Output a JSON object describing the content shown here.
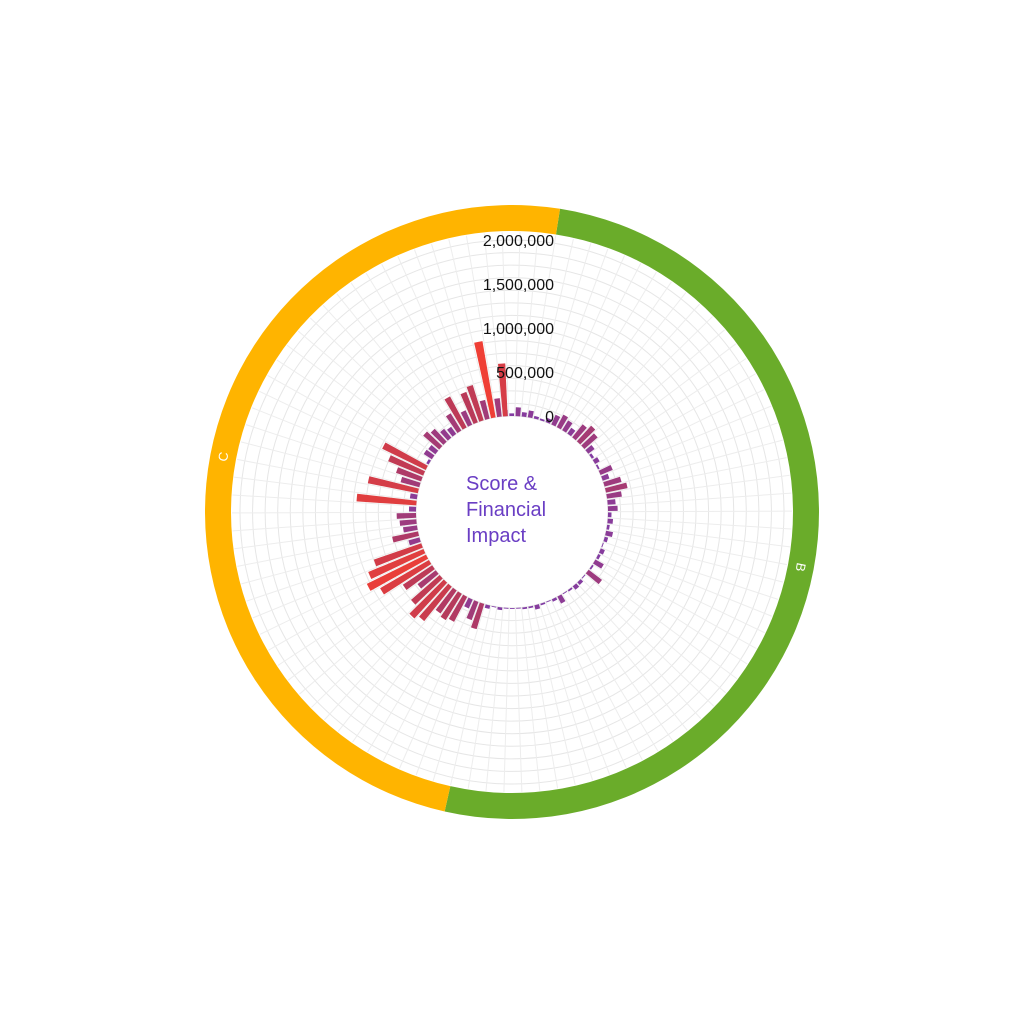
{
  "chart_data": {
    "type": "radial-bar",
    "title_lines": [
      "Score &",
      "Financial",
      "Impact"
    ],
    "title_color": "#6a3ec4",
    "radial_axis": {
      "min": 0,
      "max": 2000000,
      "ticks": [
        0,
        500000,
        1000000,
        1500000,
        2000000
      ],
      "tick_labels": [
        "0",
        "500,000",
        "1,000,000",
        "1,500,000",
        "2,000,000"
      ]
    },
    "groups": [
      {
        "label": "B",
        "color": "#6aac2a",
        "bar_count": 50
      },
      {
        "label": "C",
        "color": "#ffb400",
        "bar_count": 48
      }
    ],
    "color_scale": {
      "low": "#7e3ca8",
      "mid": "#b83a5a",
      "high": "#ef3f35"
    },
    "values": [
      80000,
      30000,
      20000,
      50000,
      120000,
      160000,
      130000,
      80000,
      190000,
      240000,
      200000,
      90000,
      30000,
      60000,
      20000,
      150000,
      80000,
      200000,
      250000,
      170000,
      90000,
      110000,
      40000,
      60000,
      30000,
      80000,
      40000,
      10000,
      50000,
      30000,
      110000,
      20000,
      190000,
      10000,
      40000,
      50000,
      20000,
      10000,
      90000,
      30000,
      10000,
      20000,
      50000,
      20000,
      20000,
      10000,
      10000,
      10000,
      30000,
      10000,
      40000,
      300000,
      220000,
      110000,
      320000,
      350000,
      320000,
      500000,
      550000,
      430000,
      260000,
      400000,
      640000,
      750000,
      680000,
      570000,
      130000,
      300000,
      160000,
      190000,
      220000,
      80000,
      680000,
      80000,
      580000,
      220000,
      300000,
      430000,
      550000,
      30000,
      110000,
      100000,
      240000,
      200000,
      130000,
      100000,
      230000,
      400000,
      180000,
      370000,
      420000,
      220000,
      880000,
      210000,
      70000,
      30000,
      100000,
      50000
    ],
    "highlight": {
      "value": 600000,
      "angle_deg": -4
    }
  }
}
